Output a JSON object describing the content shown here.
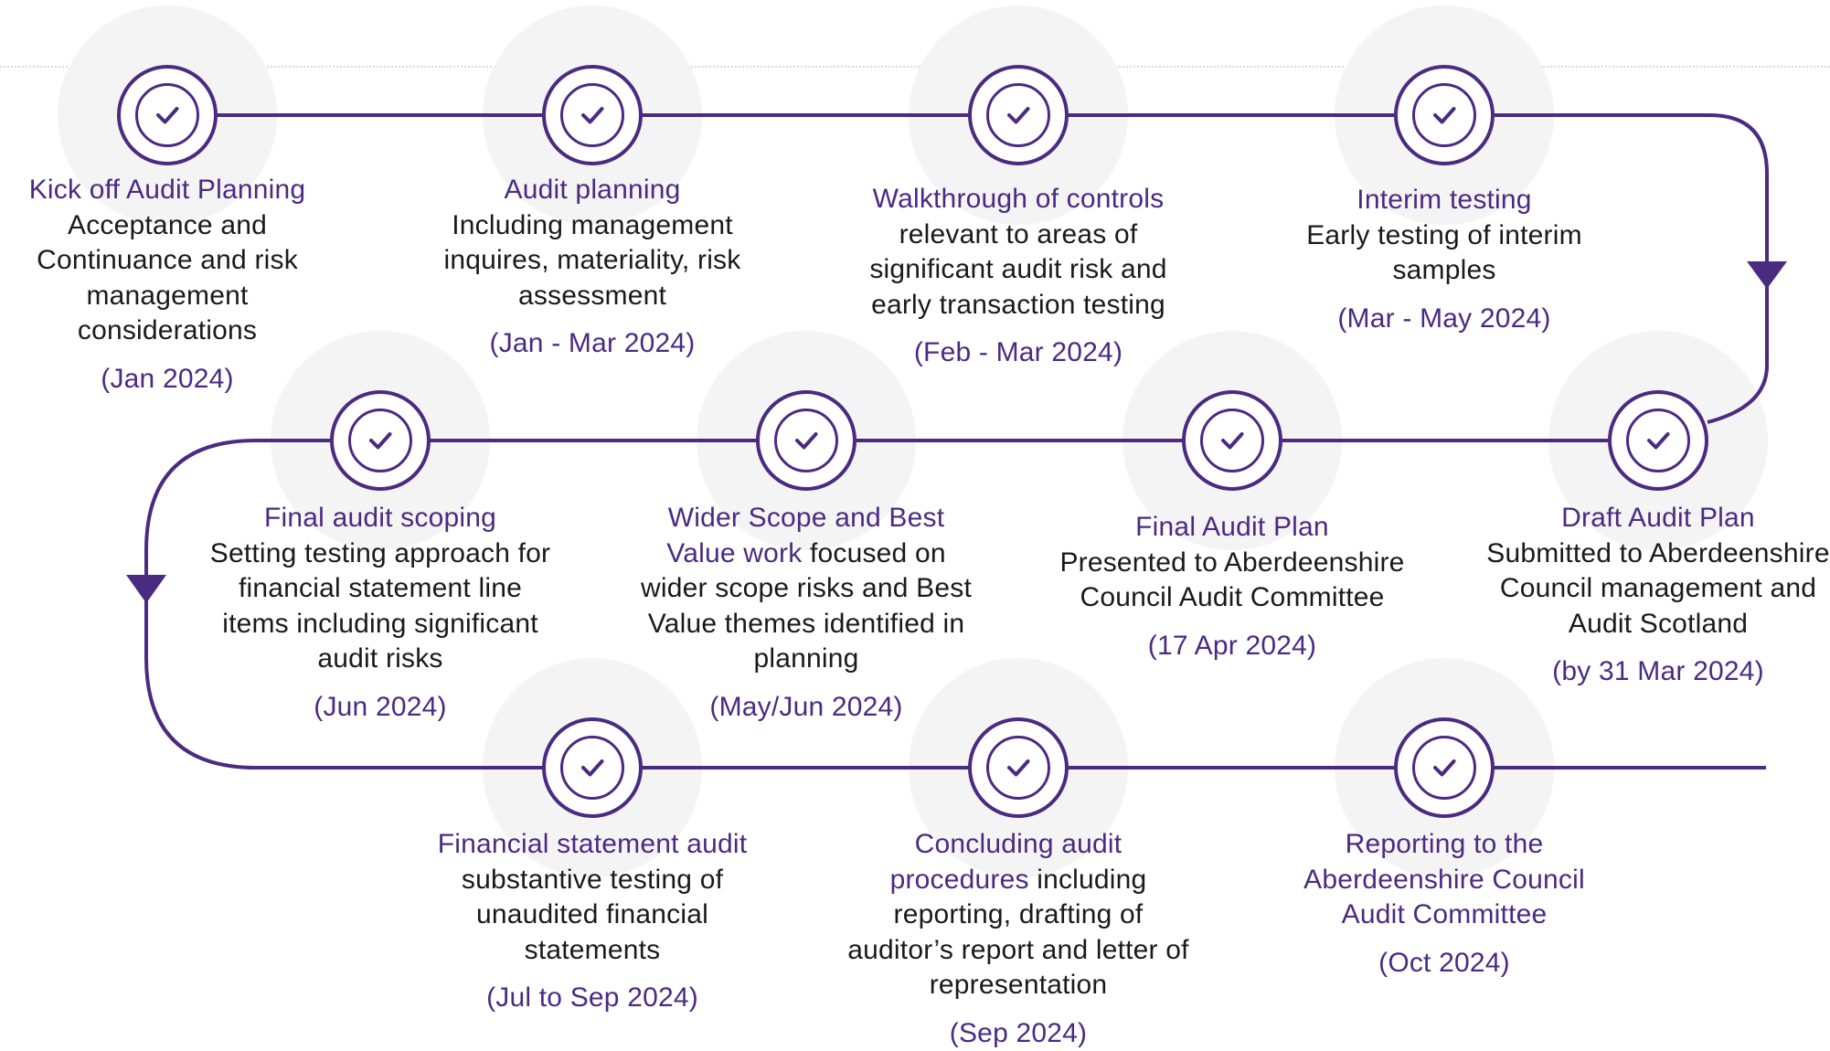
{
  "colors": {
    "accent": "#4b2a82",
    "text": "#1a1a1a",
    "halo": "#f5f4f4"
  },
  "icons": {
    "node": "check-circle-icon",
    "arrow": "arrow-down-icon"
  },
  "steps": [
    {
      "title": "Kick off Audit Planning",
      "body": "Acceptance and Continuance and risk management considerations",
      "date": "(Jan 2024)"
    },
    {
      "title": "Audit planning",
      "body": "Including management inquires, materiality, risk assessment",
      "date": "(Jan - Mar 2024)"
    },
    {
      "title": "Walkthrough of controls",
      "body": "relevant to areas of significant audit risk and early transaction testing",
      "date": "(Feb - Mar 2024)"
    },
    {
      "title": "Interim testing",
      "body": "Early testing of interim samples",
      "date": "(Mar - May 2024)"
    },
    {
      "title": "Draft Audit Plan",
      "body": "Submitted to Aberdeenshire Council management and Audit Scotland",
      "date": "(by 31 Mar 2024)"
    },
    {
      "title": "Final Audit Plan",
      "body": "Presented to Aberdeenshire Council Audit Committee",
      "date": "(17 Apr 2024)"
    },
    {
      "title": "Wider Scope and Best Value work",
      "body": "focused on wider scope risks and Best Value themes identified in planning",
      "date": "(May/Jun 2024)"
    },
    {
      "title": "Final audit scoping",
      "body": "Setting testing approach for financial statement line items including significant audit risks",
      "date": "(Jun 2024)"
    },
    {
      "title": "Financial statement audit",
      "body": "substantive testing of unaudited financial statements",
      "date": "(Jul to Sep 2024)"
    },
    {
      "title": "Concluding audit procedures",
      "body": "including reporting, drafting of auditor’s report and letter of representation",
      "date": "(Sep 2024)"
    },
    {
      "title": "Reporting",
      "body": "to the Aberdeenshire Council Audit Committee",
      "date": "(Oct 2024)"
    }
  ]
}
